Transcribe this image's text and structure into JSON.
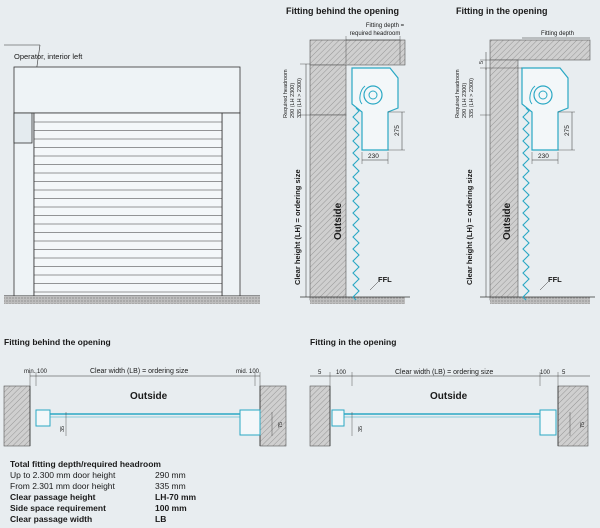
{
  "labels": {
    "operator": "Operator, interior left",
    "fitting_behind_top": "Fitting behind the opening",
    "fitting_in_top": "Fitting in the opening",
    "fitting_depth_req_1": "Fitting depth =",
    "fitting_depth_req_2": "required headroom",
    "fitting_depth": "Fitting depth",
    "req_headroom_1": "Required headroom",
    "req_headroom_2": "290 (LH 2300)",
    "req_headroom_3": "335 (LH > 2300)",
    "clear_height": "Clear height (LH) = ordering size",
    "outside": "Outside",
    "ffl": "FFL",
    "dim_275": "275",
    "dim_230": "230",
    "dim_5": "5",
    "fitting_behind_bottom": "Fitting behind the opening",
    "fitting_in_bottom": "Fitting in the opening",
    "min_100": "min. 100",
    "mid_100": "mid. 100",
    "clear_width": "Clear width (LB) = ordering size",
    "dim_100": "100",
    "dim_35": "35",
    "dim_75": "75"
  },
  "specs": {
    "title": "Total fitting depth/required headroom",
    "rows": [
      {
        "label": "Up to 2.300 mm door height",
        "value": "290 mm",
        "bold": false
      },
      {
        "label": "From 2.301 mm door height",
        "value": "335 mm",
        "bold": false
      },
      {
        "label": "Clear passage height",
        "value": "LH-70 mm",
        "bold": true
      },
      {
        "label": "Side space requirement",
        "value": "100 mm",
        "bold": true
      },
      {
        "label": "Clear passage width",
        "value": "LB",
        "bold": true
      }
    ]
  },
  "colors": {
    "background": "#e8edf0",
    "line": "#3a3a3a",
    "accent": "#2aa8c4",
    "wall": "#c9c9c9"
  }
}
